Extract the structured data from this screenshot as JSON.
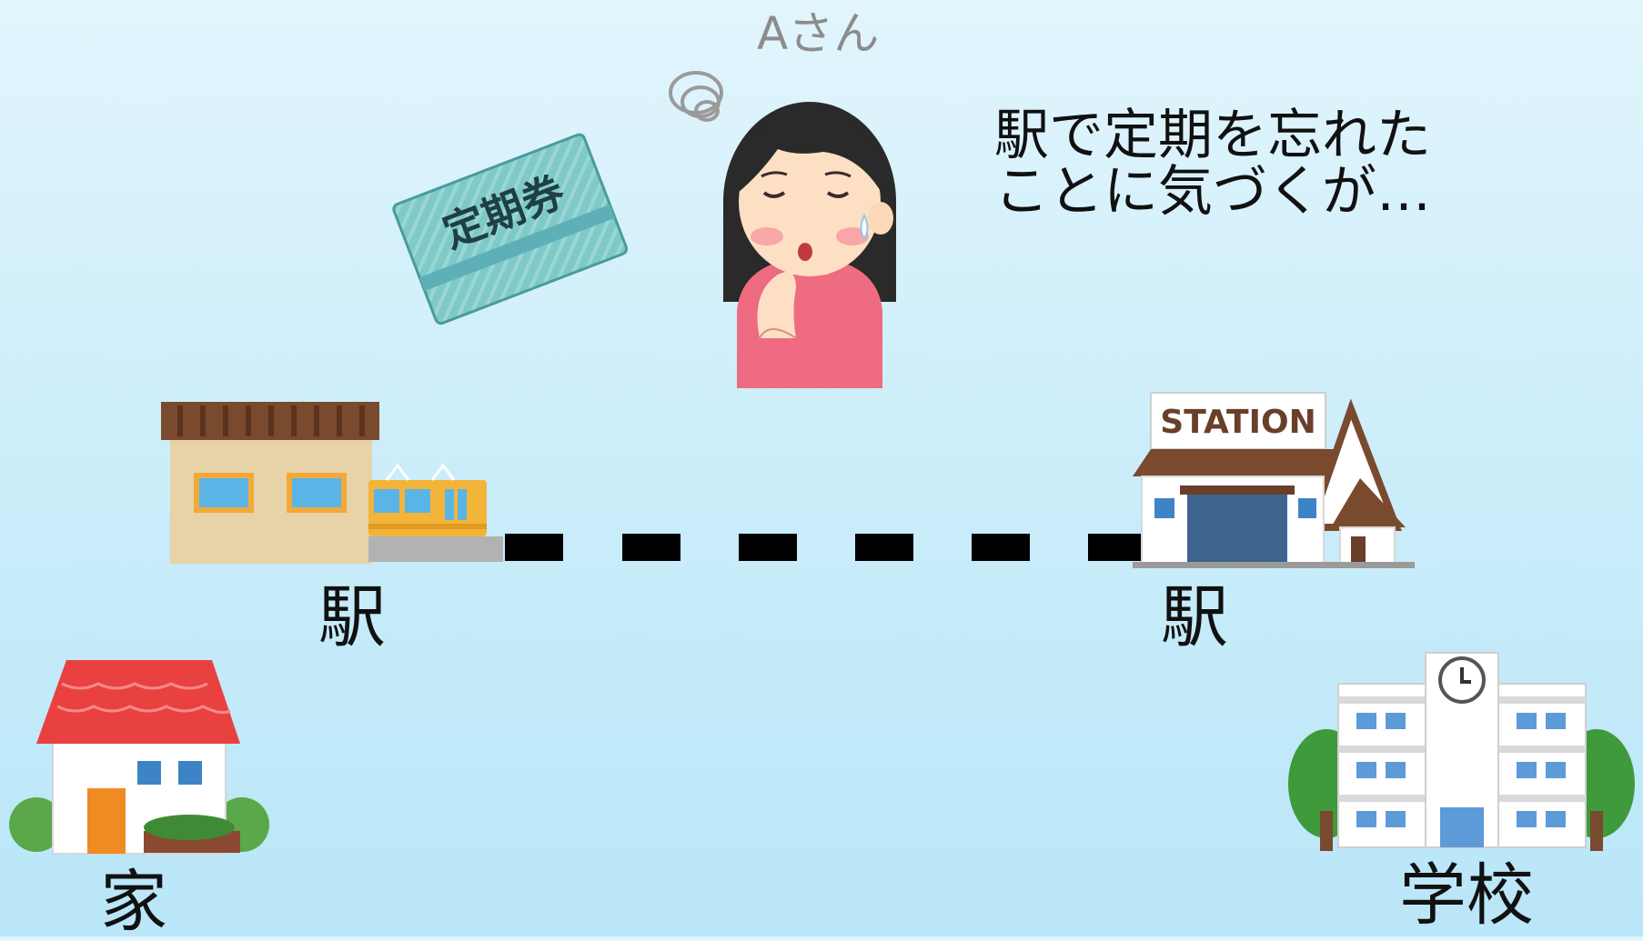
{
  "diagram": {
    "person_label": "Aさん",
    "caption": "駅で定期を忘れた\nことに気づくが…",
    "pass_card_text": "定期券",
    "station_sign_text": "STATION",
    "station_left_label": "駅",
    "station_right_label": "駅",
    "home_label": "家",
    "school_label": "学校"
  },
  "colors": {
    "background_top": "#e2f5fd",
    "background_bottom": "#b9e6f8",
    "track": "#000000",
    "roof_red": "#e8413f",
    "card": "#7fc9c9"
  },
  "icons": [
    "thinking-woman-icon",
    "commuter-pass-icon",
    "train-station-icon",
    "western-station-icon",
    "house-icon",
    "school-icon"
  ]
}
